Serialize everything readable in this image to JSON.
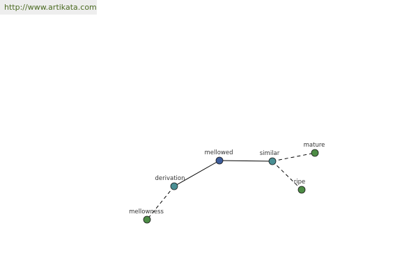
{
  "header": {
    "url_text": "http://www.artikata.com"
  },
  "graph": {
    "colors": {
      "center": "#3d5c9a",
      "related": "#4a8f94",
      "leaf": "#4d8c45",
      "edge": "#000000"
    },
    "nodes": [
      {
        "id": "mellowed",
        "label": "mellowed",
        "kind": "center"
      },
      {
        "id": "similar",
        "label": "similar",
        "kind": "related"
      },
      {
        "id": "derivation",
        "label": "derivation",
        "kind": "related"
      },
      {
        "id": "mature",
        "label": "mature",
        "kind": "leaf"
      },
      {
        "id": "ripe",
        "label": "ripe",
        "kind": "leaf"
      },
      {
        "id": "mellowness",
        "label": "mellowness",
        "kind": "leaf"
      }
    ],
    "edges": [
      {
        "from": "mellowed",
        "to": "similar",
        "style": "solid"
      },
      {
        "from": "mellowed",
        "to": "derivation",
        "style": "solid"
      },
      {
        "from": "similar",
        "to": "mature",
        "style": "dashed"
      },
      {
        "from": "similar",
        "to": "ripe",
        "style": "dashed"
      },
      {
        "from": "derivation",
        "to": "mellowness",
        "style": "dashed"
      }
    ]
  }
}
